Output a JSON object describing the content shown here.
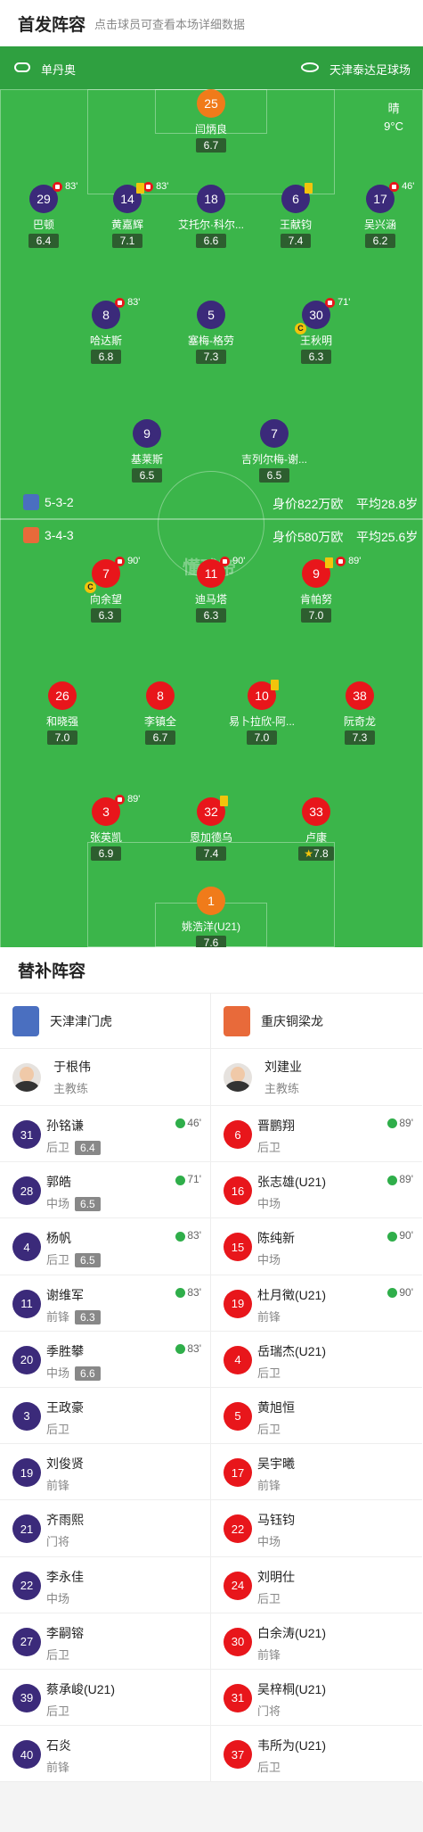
{
  "header": {
    "title": "首发阵容",
    "subtitle": "点击球员可查看本场详细数据"
  },
  "match": {
    "referee": "单丹奥",
    "stadium": "天津泰达足球场",
    "weather": "晴",
    "temperature": "9°C"
  },
  "home_info": {
    "formation": "5-3-2",
    "value": "身价822万欧",
    "age": "平均28.8岁"
  },
  "away_info": {
    "formation": "3-4-3",
    "value": "身价580万欧",
    "age": "平均25.6岁"
  },
  "watermark": "懂球帝",
  "home_players": [
    {
      "num": "25",
      "name": "闫炳良",
      "rating": "6.7"
    },
    {
      "num": "29",
      "name": "巴顿",
      "rating": "6.4",
      "sub": "83'"
    },
    {
      "num": "14",
      "name": "黄嘉辉",
      "rating": "7.1",
      "sub": "83'"
    },
    {
      "num": "18",
      "name": "艾托尔·科尔...",
      "rating": "6.6"
    },
    {
      "num": "6",
      "name": "王献钧",
      "rating": "7.4"
    },
    {
      "num": "17",
      "name": "吴兴涵",
      "rating": "6.2",
      "sub": "46'"
    },
    {
      "num": "8",
      "name": "哈达斯",
      "rating": "6.8",
      "sub": "83'"
    },
    {
      "num": "5",
      "name": "塞梅-格劳",
      "rating": "7.3"
    },
    {
      "num": "30",
      "name": "王秋明",
      "rating": "6.3",
      "sub": "71'"
    },
    {
      "num": "9",
      "name": "基莱斯",
      "rating": "6.5"
    },
    {
      "num": "7",
      "name": "吉列尔梅-谢...",
      "rating": "6.5"
    }
  ],
  "away_players": [
    {
      "num": "7",
      "name": "向余望",
      "rating": "6.3",
      "sub": "90'"
    },
    {
      "num": "11",
      "name": "迪马塔",
      "rating": "6.3",
      "sub": "90'"
    },
    {
      "num": "9",
      "name": "肯帕努",
      "rating": "7.0",
      "sub": "89'"
    },
    {
      "num": "26",
      "name": "和晓强",
      "rating": "7.0"
    },
    {
      "num": "8",
      "name": "李镇全",
      "rating": "6.7"
    },
    {
      "num": "10",
      "name": "易卜拉欣-阿...",
      "rating": "7.0"
    },
    {
      "num": "38",
      "name": "阮奇龙",
      "rating": "7.3"
    },
    {
      "num": "3",
      "name": "张英凯",
      "rating": "6.9",
      "sub": "89'"
    },
    {
      "num": "32",
      "name": "恩加德乌",
      "rating": "7.4"
    },
    {
      "num": "33",
      "name": "卢康",
      "rating": "7.8"
    },
    {
      "num": "1",
      "name": "姚浩洋(U21)",
      "rating": "7.6"
    }
  ],
  "subs": {
    "title": "替补阵容",
    "home": {
      "team": "天津津门虎",
      "coach": "于根伟",
      "coach_role": "主教练",
      "players": [
        {
          "num": "31",
          "name": "孙铭谦",
          "pos": "后卫",
          "rating": "6.4",
          "in": "46'"
        },
        {
          "num": "28",
          "name": "郭皓",
          "pos": "中场",
          "rating": "6.5",
          "in": "71'"
        },
        {
          "num": "4",
          "name": "杨帆",
          "pos": "后卫",
          "rating": "6.5",
          "in": "83'"
        },
        {
          "num": "11",
          "name": "谢维军",
          "pos": "前锋",
          "rating": "6.3",
          "in": "83'"
        },
        {
          "num": "20",
          "name": "季胜攀",
          "pos": "中场",
          "rating": "6.6",
          "in": "83'"
        },
        {
          "num": "3",
          "name": "王政豪",
          "pos": "后卫"
        },
        {
          "num": "19",
          "name": "刘俊贤",
          "pos": "前锋"
        },
        {
          "num": "21",
          "name": "齐雨熙",
          "pos": "门将"
        },
        {
          "num": "22",
          "name": "李永佳",
          "pos": "中场"
        },
        {
          "num": "27",
          "name": "李嗣镕",
          "pos": "后卫"
        },
        {
          "num": "39",
          "name": "蔡承峻(U21)",
          "pos": "后卫"
        },
        {
          "num": "40",
          "name": "石炎",
          "pos": "前锋"
        }
      ]
    },
    "away": {
      "team": "重庆铜梁龙",
      "coach": "刘建业",
      "coach_role": "主教练",
      "players": [
        {
          "num": "6",
          "name": "晋鹏翔",
          "pos": "后卫",
          "in": "89'"
        },
        {
          "num": "16",
          "name": "张志雄(U21)",
          "pos": "中场",
          "in": "89'"
        },
        {
          "num": "15",
          "name": "陈纯新",
          "pos": "中场",
          "in": "90'"
        },
        {
          "num": "19",
          "name": "杜月徵(U21)",
          "pos": "前锋",
          "in": "90'"
        },
        {
          "num": "4",
          "name": "岳瑞杰(U21)",
          "pos": "后卫"
        },
        {
          "num": "5",
          "name": "黄旭恒",
          "pos": "后卫"
        },
        {
          "num": "17",
          "name": "吴宇曦",
          "pos": "前锋"
        },
        {
          "num": "22",
          "name": "马钰钧",
          "pos": "中场"
        },
        {
          "num": "24",
          "name": "刘明仕",
          "pos": "后卫"
        },
        {
          "num": "30",
          "name": "白余涛(U21)",
          "pos": "前锋"
        },
        {
          "num": "31",
          "name": "吴梓桐(U21)",
          "pos": "门将"
        },
        {
          "num": "37",
          "name": "韦所为(U21)",
          "pos": "后卫"
        }
      ]
    }
  },
  "colors": {
    "pitch": "#3bb54a",
    "home": "#3b2a7a",
    "away": "#e8161b",
    "gk": "#f07b1a"
  }
}
